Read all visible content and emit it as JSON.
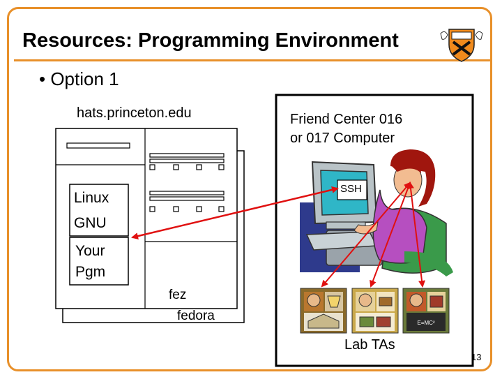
{
  "slide": {
    "title": "Resources: Programming Environment",
    "bullet": "• Option 1",
    "page_number": "13"
  },
  "server": {
    "hostname": "hats.princeton.edu",
    "os_line1": "Linux",
    "os_line2": "GNU",
    "program_line1": "Your",
    "program_line2": "Pgm",
    "node1": "fez",
    "node2": "fedora"
  },
  "client": {
    "location_line1": "Friend Center 016",
    "location_line2": "or 017 Computer",
    "connection": "SSH",
    "helpers": "Lab TAs"
  },
  "colors": {
    "accent": "#e8902a",
    "arrow": "#e01010",
    "text": "#000000"
  }
}
